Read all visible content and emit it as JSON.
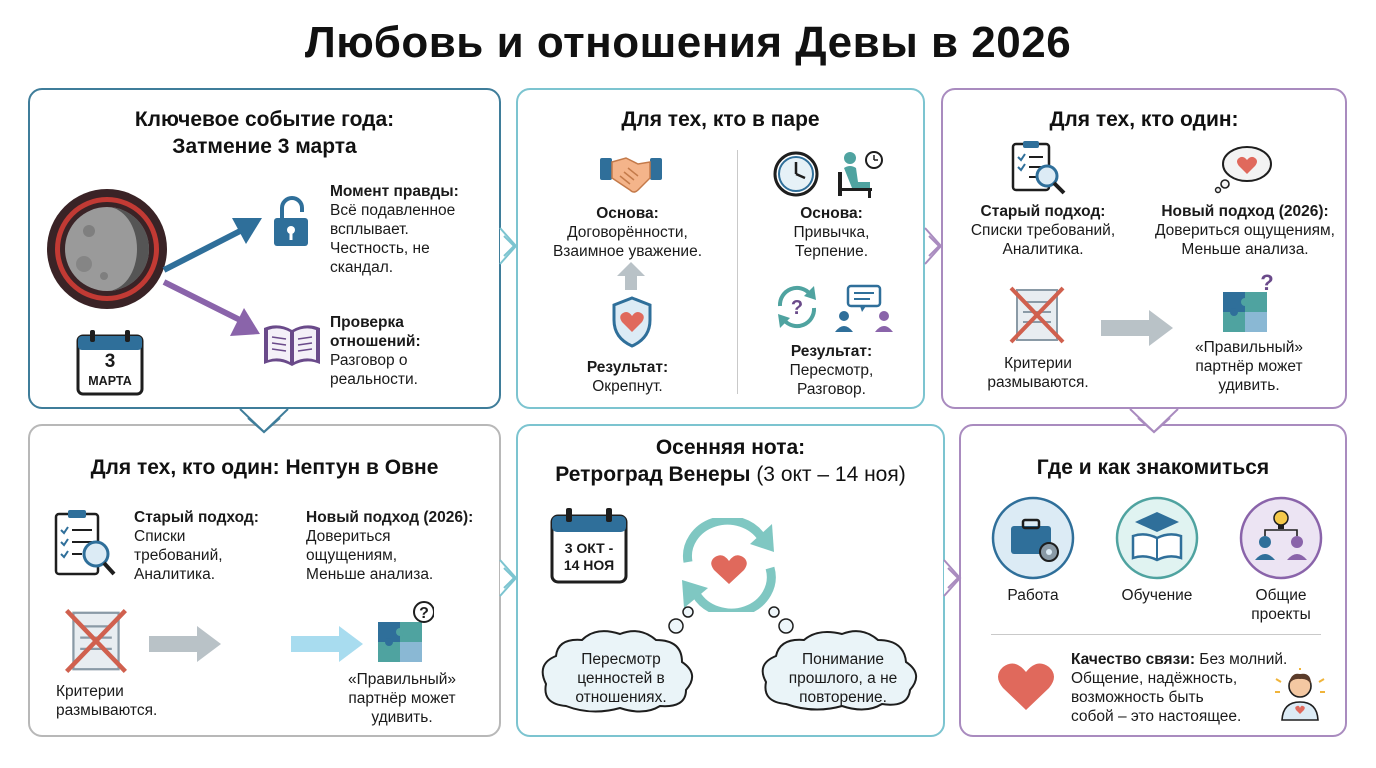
{
  "title": "Любовь и отношения Девы в 2026",
  "panel1": {
    "title1": "Ключевое событие года:",
    "title2": "Затмение 3 марта",
    "truth_label": "Момент правды:",
    "truth_lines": [
      "Всё подавленное",
      "всплывает.",
      "Честность, не",
      "скандал."
    ],
    "check_label1": "Проверка",
    "check_label2": "отношений:",
    "check_lines": [
      "Разговор о",
      "реальности."
    ],
    "cal_day": "3",
    "cal_month": "МАРТА"
  },
  "panel2": {
    "title": "Для тех, кто в паре",
    "left_base_label": "Основа:",
    "left_base_lines": [
      "Договорённости,",
      "Взаимное уважение."
    ],
    "left_result_label": "Результат:",
    "left_result_text": "Окрепнут.",
    "right_base_label": "Основа:",
    "right_base_lines": [
      "Привычка,",
      "Терпение."
    ],
    "right_result_label": "Результат:",
    "right_result_lines": [
      "Пересмотр,",
      "Разговор."
    ]
  },
  "panel3": {
    "title": "Для тех, кто один:",
    "old_label": "Старый подход:",
    "old_lines": [
      "Списки требований,",
      "Аналитика."
    ],
    "new_label": "Новый подход (2026):",
    "new_lines": [
      "Довериться ощущениям,",
      "Меньше анализа."
    ],
    "criteria_lines": [
      "Критерии",
      "размываются."
    ],
    "partner_lines": [
      "«Правильный»",
      "партнёр может",
      "удивить."
    ]
  },
  "panel4": {
    "title": "Для тех, кто один: Нептун в Овне",
    "old_label": "Старый подход:",
    "old_lines": [
      "Списки",
      "требований,",
      "Аналитика."
    ],
    "new_label": "Новый подход (2026):",
    "new_lines": [
      "Довериться",
      "ощущениям,",
      "Меньше анализа."
    ],
    "criteria_lines": [
      "Критерии",
      "размываются."
    ],
    "partner_lines": [
      "«Правильный»",
      "партнёр может",
      "удивить."
    ]
  },
  "panel5": {
    "title1": "Осенняя нота:",
    "title2_bold": "Ретроград Венеры",
    "title2_light": " (3 окт – 14 ноя)",
    "cal_line1": "3 ОКТ -",
    "cal_line2": "14 НОЯ",
    "cloud_left": [
      "Пересмотр",
      "ценностей в",
      "отношениях."
    ],
    "cloud_right": [
      "Понимание",
      "прошлого, а не",
      "повторение."
    ]
  },
  "panel6": {
    "title": "Где и как знакомиться",
    "work": "Работа",
    "study": "Обучение",
    "projects_lines": [
      "Общие",
      "проекты"
    ],
    "quality_label": "Качество связи:",
    "quality_first": " Без молний.",
    "quality_lines": [
      "Общение, надёжность,",
      "возможность быть",
      "собой – это настоящее."
    ]
  },
  "colors": {
    "blue_border": "#3f7d9a",
    "teal_border": "#7cc4d0",
    "purple_border": "#a98bbf",
    "gray_border": "#b8b8b8",
    "heart": "#e0695c",
    "icon_blue": "#2f6f9a"
  }
}
